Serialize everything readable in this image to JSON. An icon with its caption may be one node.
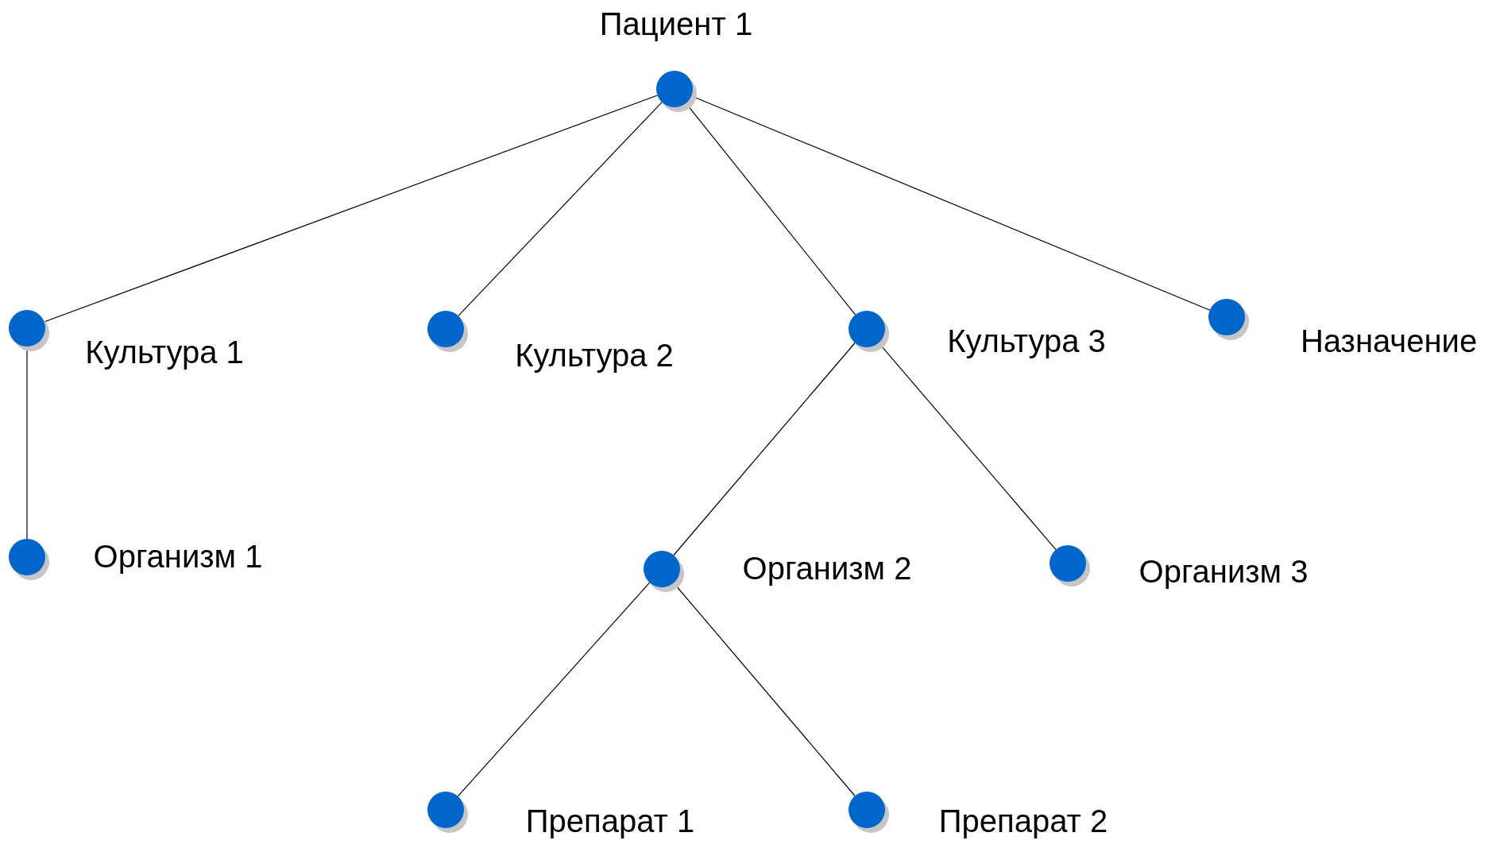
{
  "diagram": {
    "nodes": [
      {
        "text": [
          "Пациент 1"
        ]
      },
      {
        "text": [
          "Культура 1"
        ]
      },
      {
        "text": [
          "Культура 2"
        ]
      },
      {
        "text": [
          "Культура 3"
        ]
      },
      {
        "text": [
          "Назначение"
        ]
      },
      {
        "text": [
          "Организм 1"
        ]
      },
      {
        "text": [
          "Организм 2"
        ]
      },
      {
        "text": [
          "Организм 3"
        ]
      },
      {
        "text": [
          "Препарат 1"
        ]
      },
      {
        "text": [
          "Препарат 2"
        ]
      }
    ],
    "edges": [
      {
        "from": 0,
        "to": 1,
        "arrow": "none"
      },
      {
        "from": 0,
        "to": 2,
        "arrow": "none"
      },
      {
        "from": 0,
        "to": 3,
        "arrow": "none"
      },
      {
        "from": 0,
        "to": 4,
        "arrow": "none"
      },
      {
        "from": 1,
        "to": 5,
        "arrow": "none"
      },
      {
        "from": 3,
        "to": 6,
        "arrow": "none"
      },
      {
        "from": 3,
        "to": 7,
        "arrow": "none"
      },
      {
        "from": 6,
        "to": 8,
        "arrow": "none"
      },
      {
        "from": 6,
        "to": 9,
        "arrow": "none"
      }
    ]
  }
}
